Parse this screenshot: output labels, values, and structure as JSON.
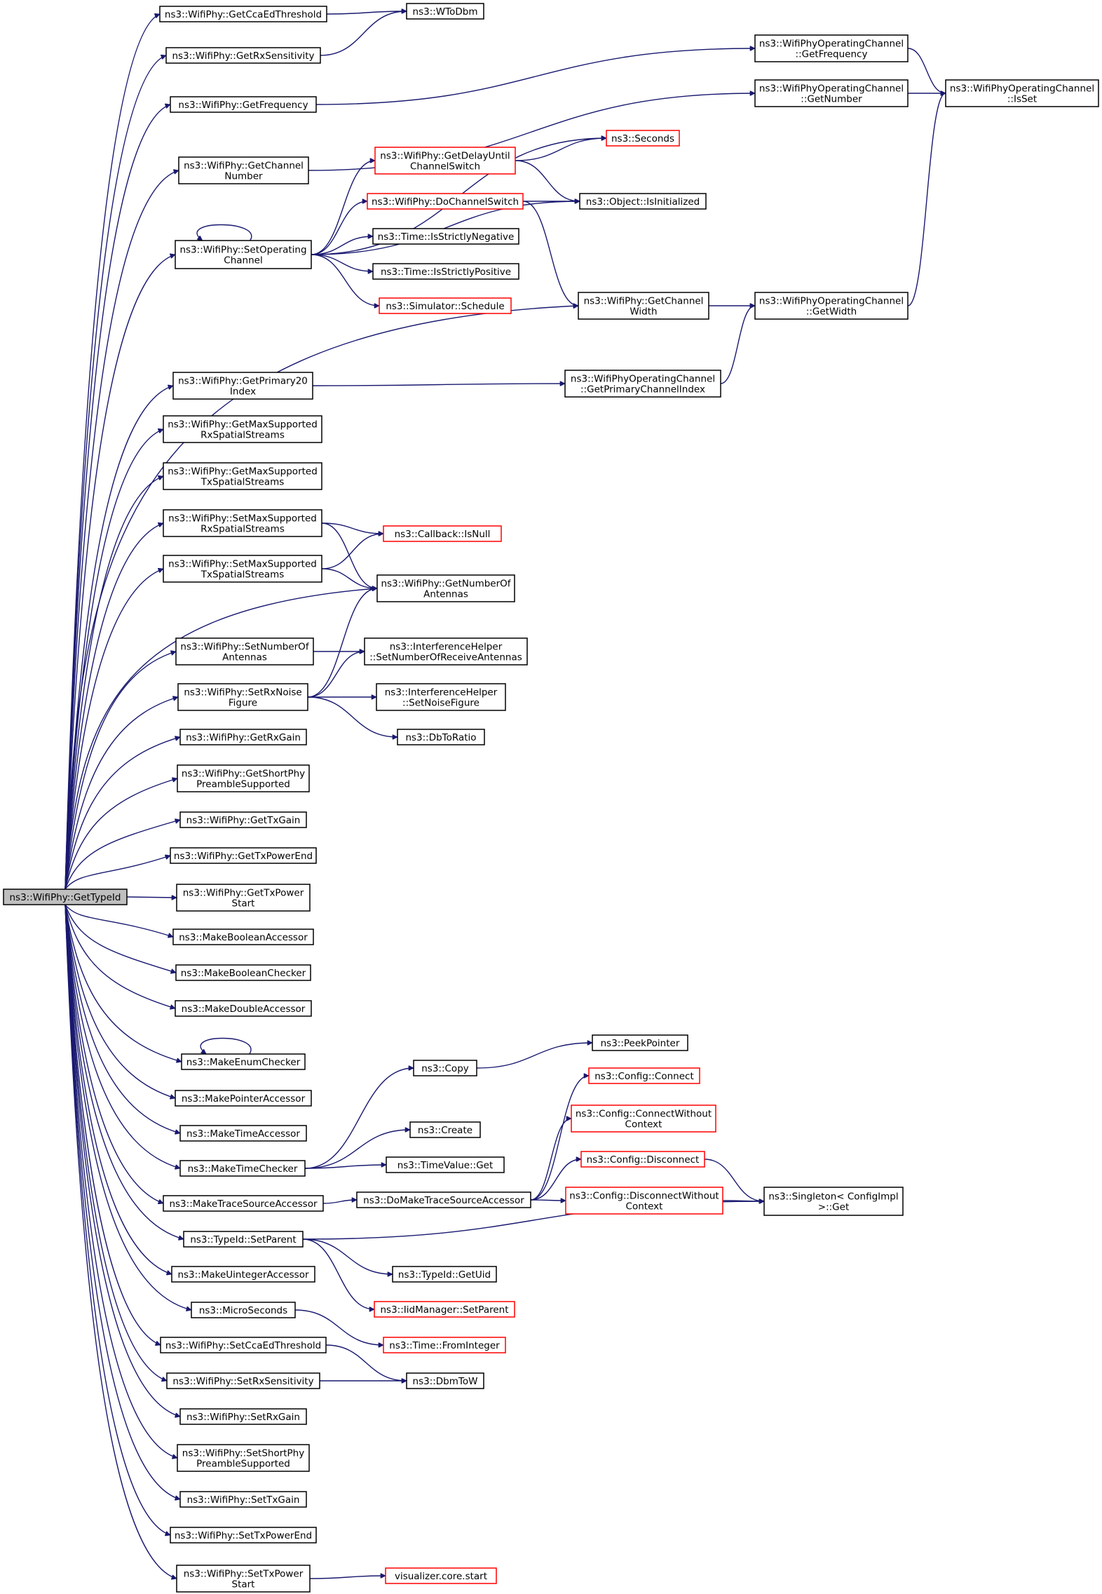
{
  "diagram": {
    "type": "doxygen-call-graph",
    "colors": {
      "edge": "#191970",
      "normal_border": "#000000",
      "truncated_border": "#ff0000",
      "root_fill": "#bfbfbf",
      "node_fill": "#ffffff"
    },
    "nodes": [
      {
        "id": "root",
        "label": [
          "ns3::WifiPhy::GetTypeId"
        ],
        "style": "root"
      },
      {
        "id": "getccaedthreshold",
        "label": [
          "ns3::WifiPhy::GetCcaEdThreshold"
        ],
        "style": "normal"
      },
      {
        "id": "wtodbm",
        "label": [
          "ns3::WToDbm"
        ],
        "style": "normal"
      },
      {
        "id": "getrxsensitivity",
        "label": [
          "ns3::WifiPhy::GetRxSensitivity"
        ],
        "style": "normal"
      },
      {
        "id": "opch_getfrequency",
        "label": [
          "ns3::WifiPhyOperatingChannel",
          "::GetFrequency"
        ],
        "style": "normal"
      },
      {
        "id": "opch_isset",
        "label": [
          "ns3::WifiPhyOperatingChannel",
          "::IsSet"
        ],
        "style": "normal"
      },
      {
        "id": "getfrequency",
        "label": [
          "ns3::WifiPhy::GetFrequency"
        ],
        "style": "normal"
      },
      {
        "id": "opch_getnumber",
        "label": [
          "ns3::WifiPhyOperatingChannel",
          "::GetNumber"
        ],
        "style": "normal"
      },
      {
        "id": "seconds",
        "label": [
          "ns3::Seconds"
        ],
        "style": "truncated"
      },
      {
        "id": "getdelayuntil",
        "label": [
          "ns3::WifiPhy::GetDelayUntil",
          "ChannelSwitch"
        ],
        "style": "truncated"
      },
      {
        "id": "getchannelnumber",
        "label": [
          "ns3::WifiPhy::GetChannel",
          "Number"
        ],
        "style": "normal"
      },
      {
        "id": "isinitialized",
        "label": [
          "ns3::Object::IsInitialized"
        ],
        "style": "normal"
      },
      {
        "id": "dochannelswitch",
        "label": [
          "ns3::WifiPhy::DoChannelSwitch"
        ],
        "style": "truncated"
      },
      {
        "id": "setoperatingchannel",
        "label": [
          "ns3::WifiPhy::SetOperating",
          "Channel"
        ],
        "style": "normal"
      },
      {
        "id": "isstrictlynegative",
        "label": [
          "ns3::Time::IsStrictlyNegative"
        ],
        "style": "normal"
      },
      {
        "id": "isstrictlypositive",
        "label": [
          "ns3::Time::IsStrictlyPositive"
        ],
        "style": "normal"
      },
      {
        "id": "schedule",
        "label": [
          "ns3::Simulator::Schedule"
        ],
        "style": "truncated"
      },
      {
        "id": "getchannelwidth",
        "label": [
          "ns3::WifiPhy::GetChannel",
          "Width"
        ],
        "style": "normal"
      },
      {
        "id": "opch_getwidth",
        "label": [
          "ns3::WifiPhyOperatingChannel",
          "::GetWidth"
        ],
        "style": "normal"
      },
      {
        "id": "getprimary20",
        "label": [
          "ns3::WifiPhy::GetPrimary20",
          "Index"
        ],
        "style": "normal"
      },
      {
        "id": "opch_getprimary",
        "label": [
          "ns3::WifiPhyOperatingChannel",
          "::GetPrimaryChannelIndex"
        ],
        "style": "normal"
      },
      {
        "id": "getmaxrx",
        "label": [
          "ns3::WifiPhy::GetMaxSupported",
          "RxSpatialStreams"
        ],
        "style": "normal"
      },
      {
        "id": "getmaxtx",
        "label": [
          "ns3::WifiPhy::GetMaxSupported",
          "TxSpatialStreams"
        ],
        "style": "normal"
      },
      {
        "id": "setmaxrx",
        "label": [
          "ns3::WifiPhy::SetMaxSupported",
          "RxSpatialStreams"
        ],
        "style": "normal"
      },
      {
        "id": "callbackisnull",
        "label": [
          "ns3::Callback::IsNull"
        ],
        "style": "truncated"
      },
      {
        "id": "setmaxtx",
        "label": [
          "ns3::WifiPhy::SetMaxSupported",
          "TxSpatialStreams"
        ],
        "style": "normal"
      },
      {
        "id": "getnumberofantennas",
        "label": [
          "ns3::WifiPhy::GetNumberOf",
          "Antennas"
        ],
        "style": "normal"
      },
      {
        "id": "setnumberofantennas",
        "label": [
          "ns3::WifiPhy::SetNumberOf",
          "Antennas"
        ],
        "style": "normal"
      },
      {
        "id": "ih_setnumberrx",
        "label": [
          "ns3::InterferenceHelper",
          "::SetNumberOfReceiveAntennas"
        ],
        "style": "normal"
      },
      {
        "id": "setrxnoisefigure",
        "label": [
          "ns3::WifiPhy::SetRxNoise",
          "Figure"
        ],
        "style": "normal"
      },
      {
        "id": "ih_setnoisefigure",
        "label": [
          "ns3::InterferenceHelper",
          "::SetNoiseFigure"
        ],
        "style": "normal"
      },
      {
        "id": "dbtoratio",
        "label": [
          "ns3::DbToRatio"
        ],
        "style": "normal"
      },
      {
        "id": "getrxgain",
        "label": [
          "ns3::WifiPhy::GetRxGain"
        ],
        "style": "normal"
      },
      {
        "id": "getshortphy",
        "label": [
          "ns3::WifiPhy::GetShortPhy",
          "PreambleSupported"
        ],
        "style": "normal"
      },
      {
        "id": "gettxgain",
        "label": [
          "ns3::WifiPhy::GetTxGain"
        ],
        "style": "normal"
      },
      {
        "id": "gettxpowerend",
        "label": [
          "ns3::WifiPhy::GetTxPowerEnd"
        ],
        "style": "normal"
      },
      {
        "id": "gettxpowerstart",
        "label": [
          "ns3::WifiPhy::GetTxPower",
          "Start"
        ],
        "style": "normal"
      },
      {
        "id": "makebooleanaccessor",
        "label": [
          "ns3::MakeBooleanAccessor"
        ],
        "style": "normal"
      },
      {
        "id": "makebooleanchecker",
        "label": [
          "ns3::MakeBooleanChecker"
        ],
        "style": "normal"
      },
      {
        "id": "makedoubleaccessor",
        "label": [
          "ns3::MakeDoubleAccessor"
        ],
        "style": "normal"
      },
      {
        "id": "makeenumchecker",
        "label": [
          "ns3::MakeEnumChecker"
        ],
        "style": "normal"
      },
      {
        "id": "peekpointer",
        "label": [
          "ns3::PeekPointer"
        ],
        "style": "normal"
      },
      {
        "id": "copy",
        "label": [
          "ns3::Copy"
        ],
        "style": "normal"
      },
      {
        "id": "configconnect",
        "label": [
          "ns3::Config::Connect"
        ],
        "style": "truncated"
      },
      {
        "id": "makepointeraccessor",
        "label": [
          "ns3::MakePointerAccessor"
        ],
        "style": "normal"
      },
      {
        "id": "configconnectwithout",
        "label": [
          "ns3::Config::ConnectWithout",
          "Context"
        ],
        "style": "truncated"
      },
      {
        "id": "maketimeaccessor",
        "label": [
          "ns3::MakeTimeAccessor"
        ],
        "style": "normal"
      },
      {
        "id": "create",
        "label": [
          "ns3::Create"
        ],
        "style": "normal"
      },
      {
        "id": "configdisconnect",
        "label": [
          "ns3::Config::Disconnect"
        ],
        "style": "truncated"
      },
      {
        "id": "maketimechecker",
        "label": [
          "ns3::MakeTimeChecker"
        ],
        "style": "normal"
      },
      {
        "id": "timevalueget",
        "label": [
          "ns3::TimeValue::Get"
        ],
        "style": "normal"
      },
      {
        "id": "configdisconnectwithout",
        "label": [
          "ns3::Config::DisconnectWithout",
          "Context"
        ],
        "style": "truncated"
      },
      {
        "id": "singletonget",
        "label": [
          "ns3::Singleton< ConfigImpl",
          " >::Get"
        ],
        "style": "normal"
      },
      {
        "id": "maketracesourceaccessor",
        "label": [
          "ns3::MakeTraceSourceAccessor"
        ],
        "style": "normal"
      },
      {
        "id": "domaketracesourceaccessor",
        "label": [
          "ns3::DoMakeTraceSourceAccessor"
        ],
        "style": "normal"
      },
      {
        "id": "typeidsetparent",
        "label": [
          "ns3::TypeId::SetParent"
        ],
        "style": "normal"
      },
      {
        "id": "typeidgetuid",
        "label": [
          "ns3::TypeId::GetUid"
        ],
        "style": "normal"
      },
      {
        "id": "makeuintegeraccessor",
        "label": [
          "ns3::MakeUintegerAccessor"
        ],
        "style": "normal"
      },
      {
        "id": "iidmanagersetparent",
        "label": [
          "ns3::IidManager::SetParent"
        ],
        "style": "truncated"
      },
      {
        "id": "microseconds",
        "label": [
          "ns3::MicroSeconds"
        ],
        "style": "normal"
      },
      {
        "id": "timefrominteger",
        "label": [
          "ns3::Time::FromInteger"
        ],
        "style": "truncated"
      },
      {
        "id": "setccaedthreshold",
        "label": [
          "ns3::WifiPhy::SetCcaEdThreshold"
        ],
        "style": "normal"
      },
      {
        "id": "setrxsensitivity",
        "label": [
          "ns3::WifiPhy::SetRxSensitivity"
        ],
        "style": "normal"
      },
      {
        "id": "dbmtow",
        "label": [
          "ns3::DbmToW"
        ],
        "style": "normal"
      },
      {
        "id": "setrxgain",
        "label": [
          "ns3::WifiPhy::SetRxGain"
        ],
        "style": "normal"
      },
      {
        "id": "setshortphy",
        "label": [
          "ns3::WifiPhy::SetShortPhy",
          "PreambleSupported"
        ],
        "style": "normal"
      },
      {
        "id": "settxgain",
        "label": [
          "ns3::WifiPhy::SetTxGain"
        ],
        "style": "normal"
      },
      {
        "id": "settxpowerend",
        "label": [
          "ns3::WifiPhy::SetTxPowerEnd"
        ],
        "style": "normal"
      },
      {
        "id": "settxpowerstart",
        "label": [
          "ns3::WifiPhy::SetTxPower",
          "Start"
        ],
        "style": "normal"
      },
      {
        "id": "visualizerstart",
        "label": [
          "visualizer.core.start"
        ],
        "style": "truncated"
      }
    ],
    "edges": [
      [
        "root",
        "getccaedthreshold"
      ],
      [
        "root",
        "getrxsensitivity"
      ],
      [
        "root",
        "getfrequency"
      ],
      [
        "root",
        "getchannelnumber"
      ],
      [
        "root",
        "setoperatingchannel"
      ],
      [
        "root",
        "getchannelwidth"
      ],
      [
        "root",
        "getprimary20"
      ],
      [
        "root",
        "getmaxrx"
      ],
      [
        "root",
        "getmaxtx"
      ],
      [
        "root",
        "setmaxrx"
      ],
      [
        "root",
        "setmaxtx"
      ],
      [
        "root",
        "getnumberofantennas"
      ],
      [
        "root",
        "setnumberofantennas"
      ],
      [
        "root",
        "setrxnoisefigure"
      ],
      [
        "root",
        "getrxgain"
      ],
      [
        "root",
        "getshortphy"
      ],
      [
        "root",
        "gettxgain"
      ],
      [
        "root",
        "gettxpowerend"
      ],
      [
        "root",
        "gettxpowerstart"
      ],
      [
        "root",
        "makebooleanaccessor"
      ],
      [
        "root",
        "makebooleanchecker"
      ],
      [
        "root",
        "makedoubleaccessor"
      ],
      [
        "root",
        "makeenumchecker"
      ],
      [
        "root",
        "makepointeraccessor"
      ],
      [
        "root",
        "maketimeaccessor"
      ],
      [
        "root",
        "maketimechecker"
      ],
      [
        "root",
        "maketracesourceaccessor"
      ],
      [
        "root",
        "typeidsetparent"
      ],
      [
        "root",
        "makeuintegeraccessor"
      ],
      [
        "root",
        "microseconds"
      ],
      [
        "root",
        "setccaedthreshold"
      ],
      [
        "root",
        "setrxsensitivity"
      ],
      [
        "root",
        "setrxgain"
      ],
      [
        "root",
        "setshortphy"
      ],
      [
        "root",
        "settxgain"
      ],
      [
        "root",
        "settxpowerend"
      ],
      [
        "root",
        "settxpowerstart"
      ],
      [
        "getccaedthreshold",
        "wtodbm"
      ],
      [
        "getrxsensitivity",
        "wtodbm"
      ],
      [
        "getfrequency",
        "opch_getfrequency"
      ],
      [
        "opch_getfrequency",
        "opch_isset"
      ],
      [
        "getchannelnumber",
        "opch_getnumber"
      ],
      [
        "opch_getnumber",
        "opch_isset"
      ],
      [
        "setoperatingchannel",
        "setoperatingchannel"
      ],
      [
        "setoperatingchannel",
        "seconds"
      ],
      [
        "setoperatingchannel",
        "getdelayuntil"
      ],
      [
        "setoperatingchannel",
        "dochannelswitch"
      ],
      [
        "setoperatingchannel",
        "isstrictlynegative"
      ],
      [
        "setoperatingchannel",
        "isstrictlypositive"
      ],
      [
        "setoperatingchannel",
        "schedule"
      ],
      [
        "setoperatingchannel",
        "isinitialized"
      ],
      [
        "getdelayuntil",
        "seconds"
      ],
      [
        "getdelayuntil",
        "isinitialized"
      ],
      [
        "dochannelswitch",
        "isinitialized"
      ],
      [
        "dochannelswitch",
        "getchannelwidth"
      ],
      [
        "getchannelwidth",
        "opch_getwidth"
      ],
      [
        "opch_getwidth",
        "opch_isset"
      ],
      [
        "getprimary20",
        "opch_getprimary"
      ],
      [
        "opch_getprimary",
        "opch_getwidth"
      ],
      [
        "setmaxrx",
        "callbackisnull"
      ],
      [
        "setmaxrx",
        "getnumberofantennas"
      ],
      [
        "setmaxtx",
        "callbackisnull"
      ],
      [
        "setmaxtx",
        "getnumberofantennas"
      ],
      [
        "setnumberofantennas",
        "ih_setnumberrx"
      ],
      [
        "setrxnoisefigure",
        "getnumberofantennas"
      ],
      [
        "setrxnoisefigure",
        "ih_setnumberrx"
      ],
      [
        "setrxnoisefigure",
        "ih_setnoisefigure"
      ],
      [
        "setrxnoisefigure",
        "dbtoratio"
      ],
      [
        "makeenumchecker",
        "makeenumchecker"
      ],
      [
        "maketimechecker",
        "copy"
      ],
      [
        "maketimechecker",
        "create"
      ],
      [
        "maketimechecker",
        "timevalueget"
      ],
      [
        "copy",
        "peekpointer"
      ],
      [
        "maketracesourceaccessor",
        "domaketracesourceaccessor"
      ],
      [
        "domaketracesourceaccessor",
        "configconnect"
      ],
      [
        "domaketracesourceaccessor",
        "configconnectwithout"
      ],
      [
        "domaketracesourceaccessor",
        "configdisconnect"
      ],
      [
        "domaketracesourceaccessor",
        "configdisconnectwithout"
      ],
      [
        "configdisconnect",
        "singletonget"
      ],
      [
        "configdisconnectwithout",
        "singletonget"
      ],
      [
        "typeidsetparent",
        "singletonget"
      ],
      [
        "typeidsetparent",
        "typeidgetuid"
      ],
      [
        "typeidsetparent",
        "iidmanagersetparent"
      ],
      [
        "microseconds",
        "timefrominteger"
      ],
      [
        "setccaedthreshold",
        "dbmtow"
      ],
      [
        "setrxsensitivity",
        "dbmtow"
      ],
      [
        "settxpowerstart",
        "visualizerstart"
      ]
    ]
  }
}
